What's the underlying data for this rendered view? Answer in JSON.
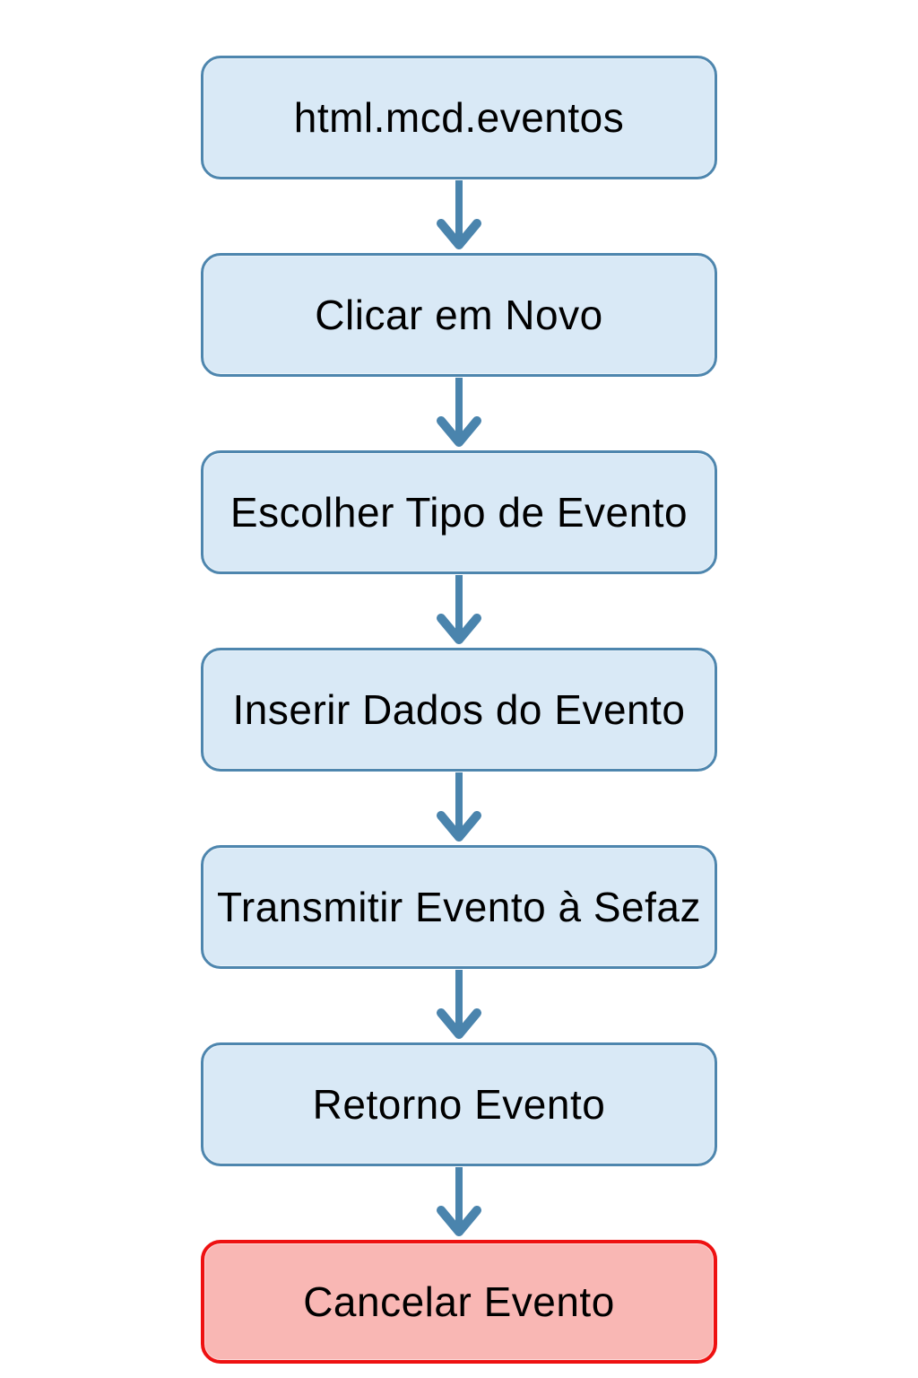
{
  "flowchart": {
    "type": "flowchart",
    "direction": "top-down",
    "nodes": [
      {
        "id": "n1",
        "label": "html.mcd.eventos",
        "kind": "process"
      },
      {
        "id": "n2",
        "label": "Clicar em Novo",
        "kind": "process"
      },
      {
        "id": "n3",
        "label": "Escolher Tipo de Evento",
        "kind": "process"
      },
      {
        "id": "n4",
        "label": "Inserir Dados do Evento",
        "kind": "process"
      },
      {
        "id": "n5",
        "label": "Transmitir Evento à Sefaz",
        "kind": "process"
      },
      {
        "id": "n6",
        "label": "Retorno Evento",
        "kind": "process"
      },
      {
        "id": "n7",
        "label": "Cancelar Evento",
        "kind": "terminal-cancel"
      }
    ],
    "edges": [
      {
        "from": "n1",
        "to": "n2"
      },
      {
        "from": "n2",
        "to": "n3"
      },
      {
        "from": "n3",
        "to": "n4"
      },
      {
        "from": "n4",
        "to": "n5"
      },
      {
        "from": "n5",
        "to": "n6"
      },
      {
        "from": "n6",
        "to": "n7"
      }
    ],
    "colors": {
      "process_fill": "#d9e9f6",
      "process_border": "#4e86ae",
      "cancel_fill": "#f9b7b4",
      "cancel_border": "#ee1111",
      "arrow": "#4a84ad",
      "text": "#000000",
      "background": "#ffffff"
    }
  }
}
